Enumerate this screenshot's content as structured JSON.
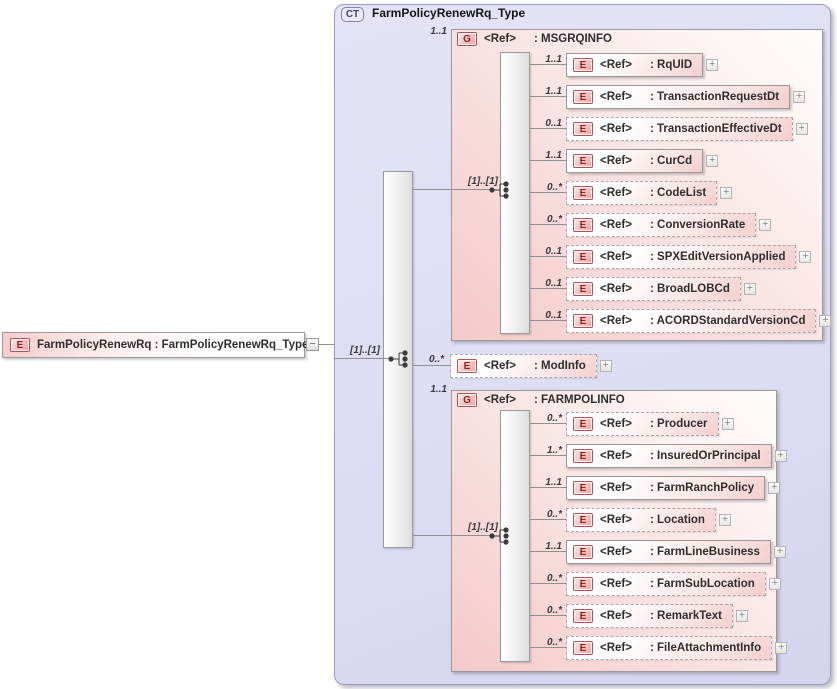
{
  "icons": {
    "ct_label": "CT",
    "element_letter": "E",
    "group_letter": "G",
    "plus": "+",
    "minus": "−"
  },
  "colors": {
    "container_bg": "#dcdcf4",
    "group_pink": "#f5c9c9",
    "badge_border": "#b05252",
    "badge_text": "#8e2424"
  },
  "root_element": {
    "label": "FarmPolicyRenewRq : FarmPolicyRenewRq_Type"
  },
  "container": {
    "title": "FarmPolicyRenewRq_Type",
    "sequence_cardinality": "[1]..[1]"
  },
  "msgrqinfo": {
    "cardinality": "1..1",
    "ref": "<Ref>",
    "name": ": MSGRQINFO",
    "sequence_cardinality": "[1]..[1]",
    "children": [
      {
        "ref": "<Ref>",
        "name": ": RqUID",
        "cardinality": "1..1"
      },
      {
        "ref": "<Ref>",
        "name": ": TransactionRequestDt",
        "cardinality": "1..1"
      },
      {
        "ref": "<Ref>",
        "name": ": TransactionEffectiveDt",
        "cardinality": "0..1"
      },
      {
        "ref": "<Ref>",
        "name": ": CurCd",
        "cardinality": "1..1"
      },
      {
        "ref": "<Ref>",
        "name": ": CodeList",
        "cardinality": "0..*"
      },
      {
        "ref": "<Ref>",
        "name": ": ConversionRate",
        "cardinality": "0..*"
      },
      {
        "ref": "<Ref>",
        "name": ": SPXEditVersionApplied",
        "cardinality": "0..1"
      },
      {
        "ref": "<Ref>",
        "name": ": BroadLOBCd",
        "cardinality": "0..1"
      },
      {
        "ref": "<Ref>",
        "name": ": ACORDStandardVersionCd",
        "cardinality": "0..1"
      }
    ]
  },
  "modinfo": {
    "ref": "<Ref>",
    "name": ": ModInfo",
    "cardinality": "0..*"
  },
  "farmpolinfo": {
    "cardinality": "1..1",
    "ref": "<Ref>",
    "name": ": FARMPOLINFO",
    "sequence_cardinality": "[1]..[1]",
    "children": [
      {
        "ref": "<Ref>",
        "name": ": Producer",
        "cardinality": "0..*"
      },
      {
        "ref": "<Ref>",
        "name": ": InsuredOrPrincipal",
        "cardinality": "1..*"
      },
      {
        "ref": "<Ref>",
        "name": ": FarmRanchPolicy",
        "cardinality": "1..1"
      },
      {
        "ref": "<Ref>",
        "name": ": Location",
        "cardinality": "0..*"
      },
      {
        "ref": "<Ref>",
        "name": ": FarmLineBusiness",
        "cardinality": "1..1"
      },
      {
        "ref": "<Ref>",
        "name": ": FarmSubLocation",
        "cardinality": "0..*"
      },
      {
        "ref": "<Ref>",
        "name": ": RemarkText",
        "cardinality": "0..*"
      },
      {
        "ref": "<Ref>",
        "name": ": FileAttachmentInfo",
        "cardinality": "0..*"
      }
    ]
  }
}
